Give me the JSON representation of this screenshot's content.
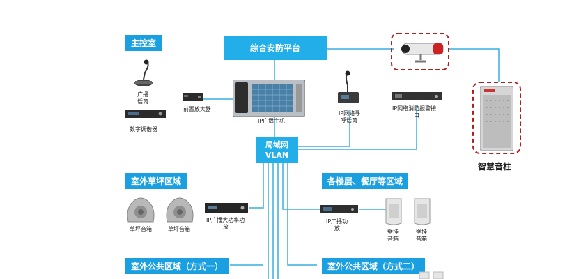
{
  "labels": {
    "control_room": "主控室",
    "platform": "综合安防平台",
    "lan_line1": "局域网",
    "lan_line2": "VLAN",
    "outdoor_lawn": "室外草坪区域",
    "floors": "各楼层、餐厅等区域",
    "outdoor_public_1": "室外公共区域（方式一）",
    "outdoor_public_2": "室外公共区域（方式二）",
    "smart_column": "智慧音柱"
  },
  "devices": {
    "broadcast_mic_l1": "广播",
    "broadcast_mic_l2": "话筒",
    "preamp": "前置放大器",
    "digital_tuner": "数字调谐器",
    "ip_host": "IP广播主机",
    "ip_paging_l1": "IP网络寻",
    "ip_paging_l2": "呼话筒",
    "ip_alarm_l1": "IP网络消防报警接",
    "ip_alarm_l2": "口",
    "lawn_speaker_1": "草坪音箱",
    "lawn_speaker_2": "草坪音箱",
    "ip_amp_lawn_l1": "IP广播大功率功",
    "ip_amp_lawn_l2": "放",
    "ip_amp_floor_l1": "IP广播功",
    "ip_amp_floor_l2": "放",
    "wall_speaker_1_l1": "壁挂",
    "wall_speaker_1_l2": "音箱",
    "wall_speaker_2_l1": "壁挂",
    "wall_speaker_2_l2": "音箱"
  },
  "colors": {
    "accent": "#1a9fe0",
    "line": "#3aaee0",
    "highlight_border": "#b0201e"
  }
}
